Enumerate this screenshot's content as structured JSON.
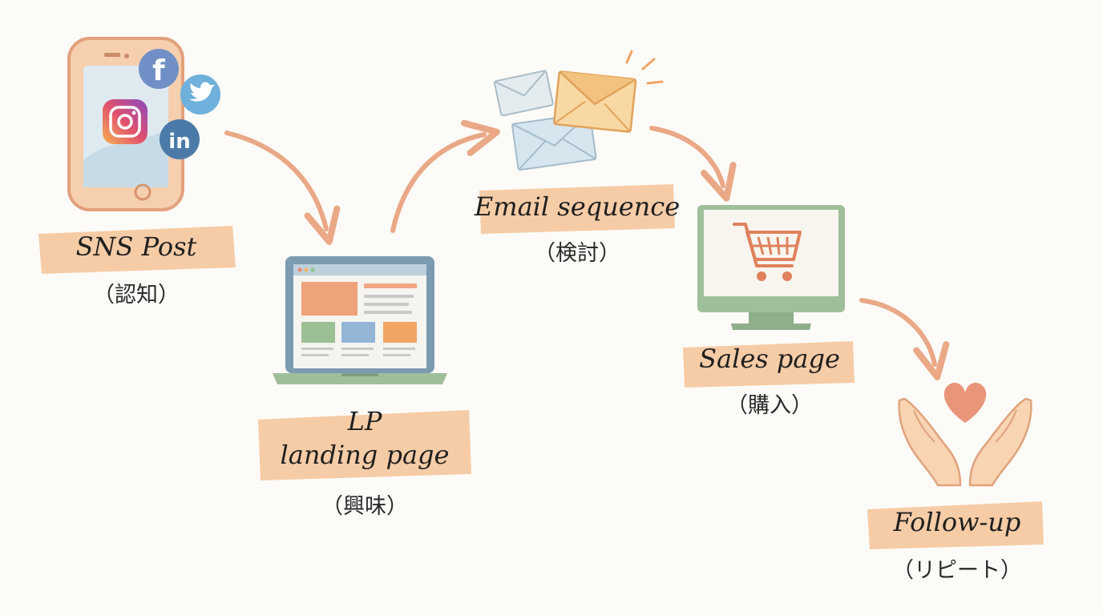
{
  "steps": [
    {
      "title": "SNS Post",
      "subtitle": "（認知）"
    },
    {
      "title": "LP",
      "title2": "landing page",
      "subtitle": "（興味）"
    },
    {
      "title": "Email sequence",
      "subtitle": "（検討）"
    },
    {
      "title": "Sales page",
      "subtitle": "（購入）"
    },
    {
      "title": "Follow-up",
      "subtitle": "（リピート）"
    }
  ],
  "icons": {
    "phone_social": [
      "facebook-icon",
      "twitter-icon",
      "instagram-icon",
      "linkedin-icon"
    ],
    "laptop": "laptop-icon",
    "emails": "envelope-icon",
    "monitor_cart": "shopping-cart-icon",
    "hands_heart": "heart-icon"
  },
  "social_letters": {
    "facebook": "f",
    "linkedin": "in"
  },
  "colors": {
    "accent": "#f0a565",
    "arrow": "#e8a07a",
    "wash_blue": "#cfe0ea",
    "wash_green": "#9fbf9a",
    "text": "#1f1f1f"
  }
}
